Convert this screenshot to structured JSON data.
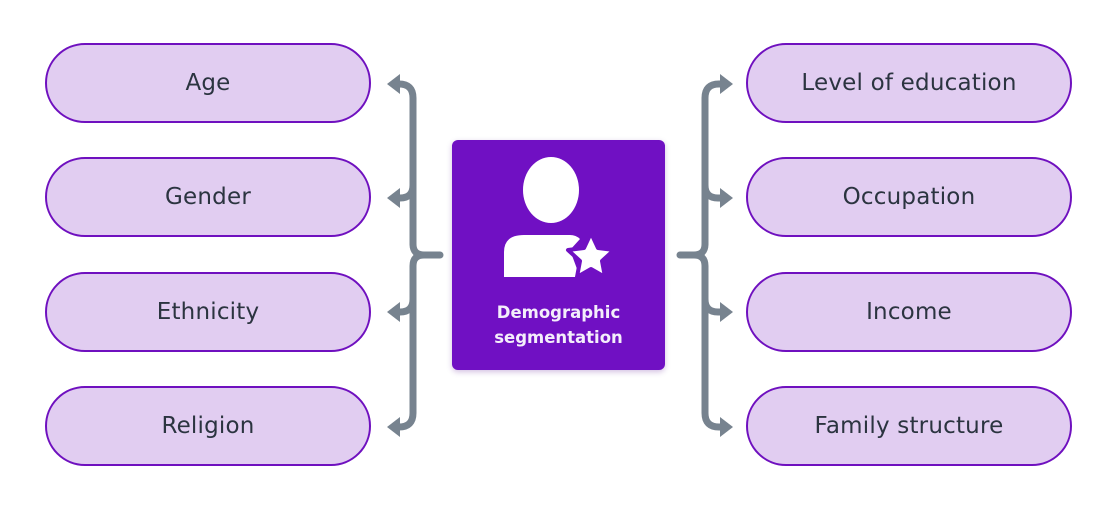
{
  "diagram": {
    "center": {
      "icon": "user-star-icon",
      "label_lines": [
        "Demographic",
        "segmentation"
      ]
    },
    "left_items": [
      {
        "label": "Age"
      },
      {
        "label": "Gender"
      },
      {
        "label": "Ethnicity"
      },
      {
        "label": "Religion"
      }
    ],
    "right_items": [
      {
        "label": "Level of education"
      },
      {
        "label": "Occupation"
      },
      {
        "label": "Income"
      },
      {
        "label": "Family structure"
      }
    ],
    "colors": {
      "pill_fill": "#e1cdf1",
      "pill_border": "#6f10bf",
      "hub_fill": "#7010c3",
      "connector": "#77838f",
      "text": "#2b3440"
    }
  }
}
